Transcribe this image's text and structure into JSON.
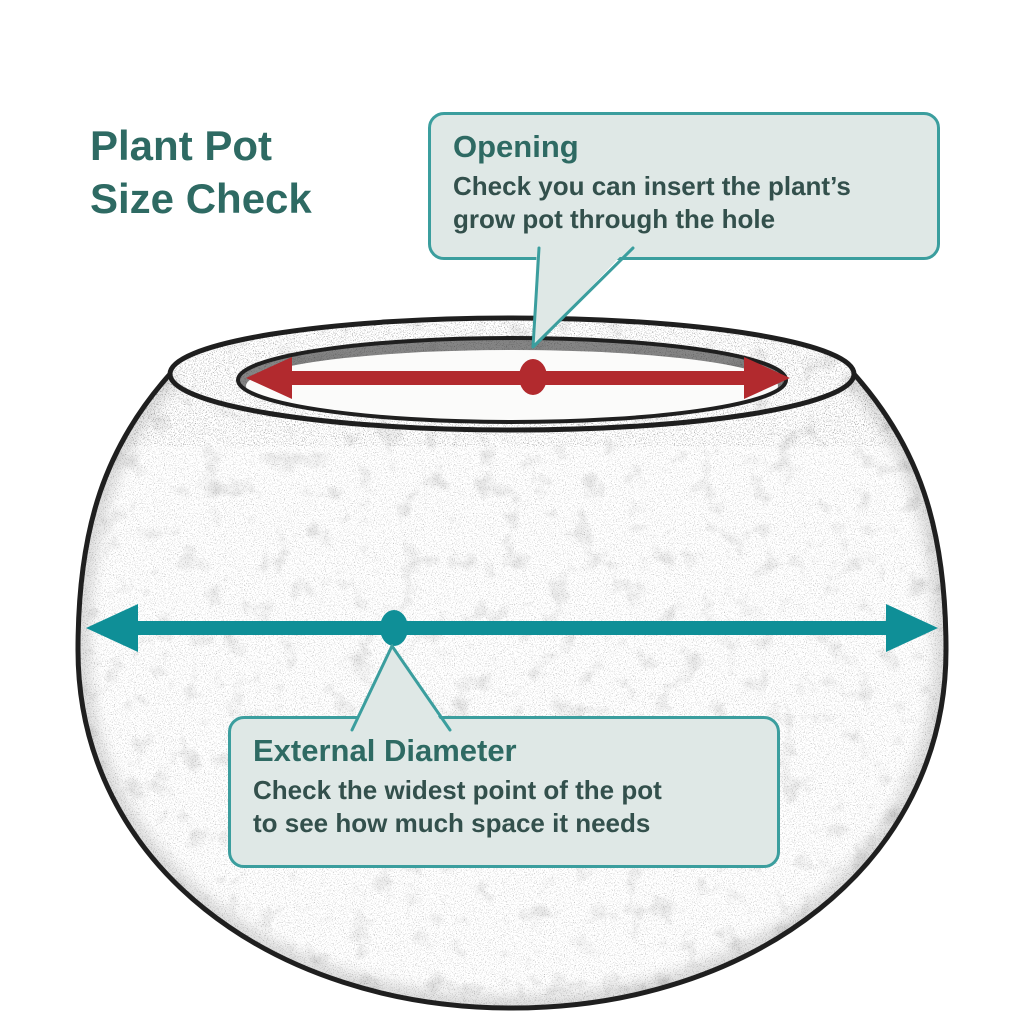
{
  "title": {
    "lines": [
      "Plant Pot",
      "Size Check"
    ]
  },
  "callouts": {
    "opening": {
      "title": "Opening",
      "body_lines": [
        "Check you can insert the plant’s",
        "grow pot through the hole"
      ]
    },
    "external": {
      "title": "External Diameter",
      "body_lines": [
        "Check the widest point of the pot",
        "to see how much space it needs"
      ]
    }
  },
  "colors": {
    "title": "#2E6A63",
    "text": "#33504C",
    "callout_bg": "#DFE8E6",
    "callout_border": "#3B9E9E",
    "arrow_red": "#B22A2E",
    "arrow_teal": "#0F8F97",
    "ink": "#1F1F1F"
  }
}
